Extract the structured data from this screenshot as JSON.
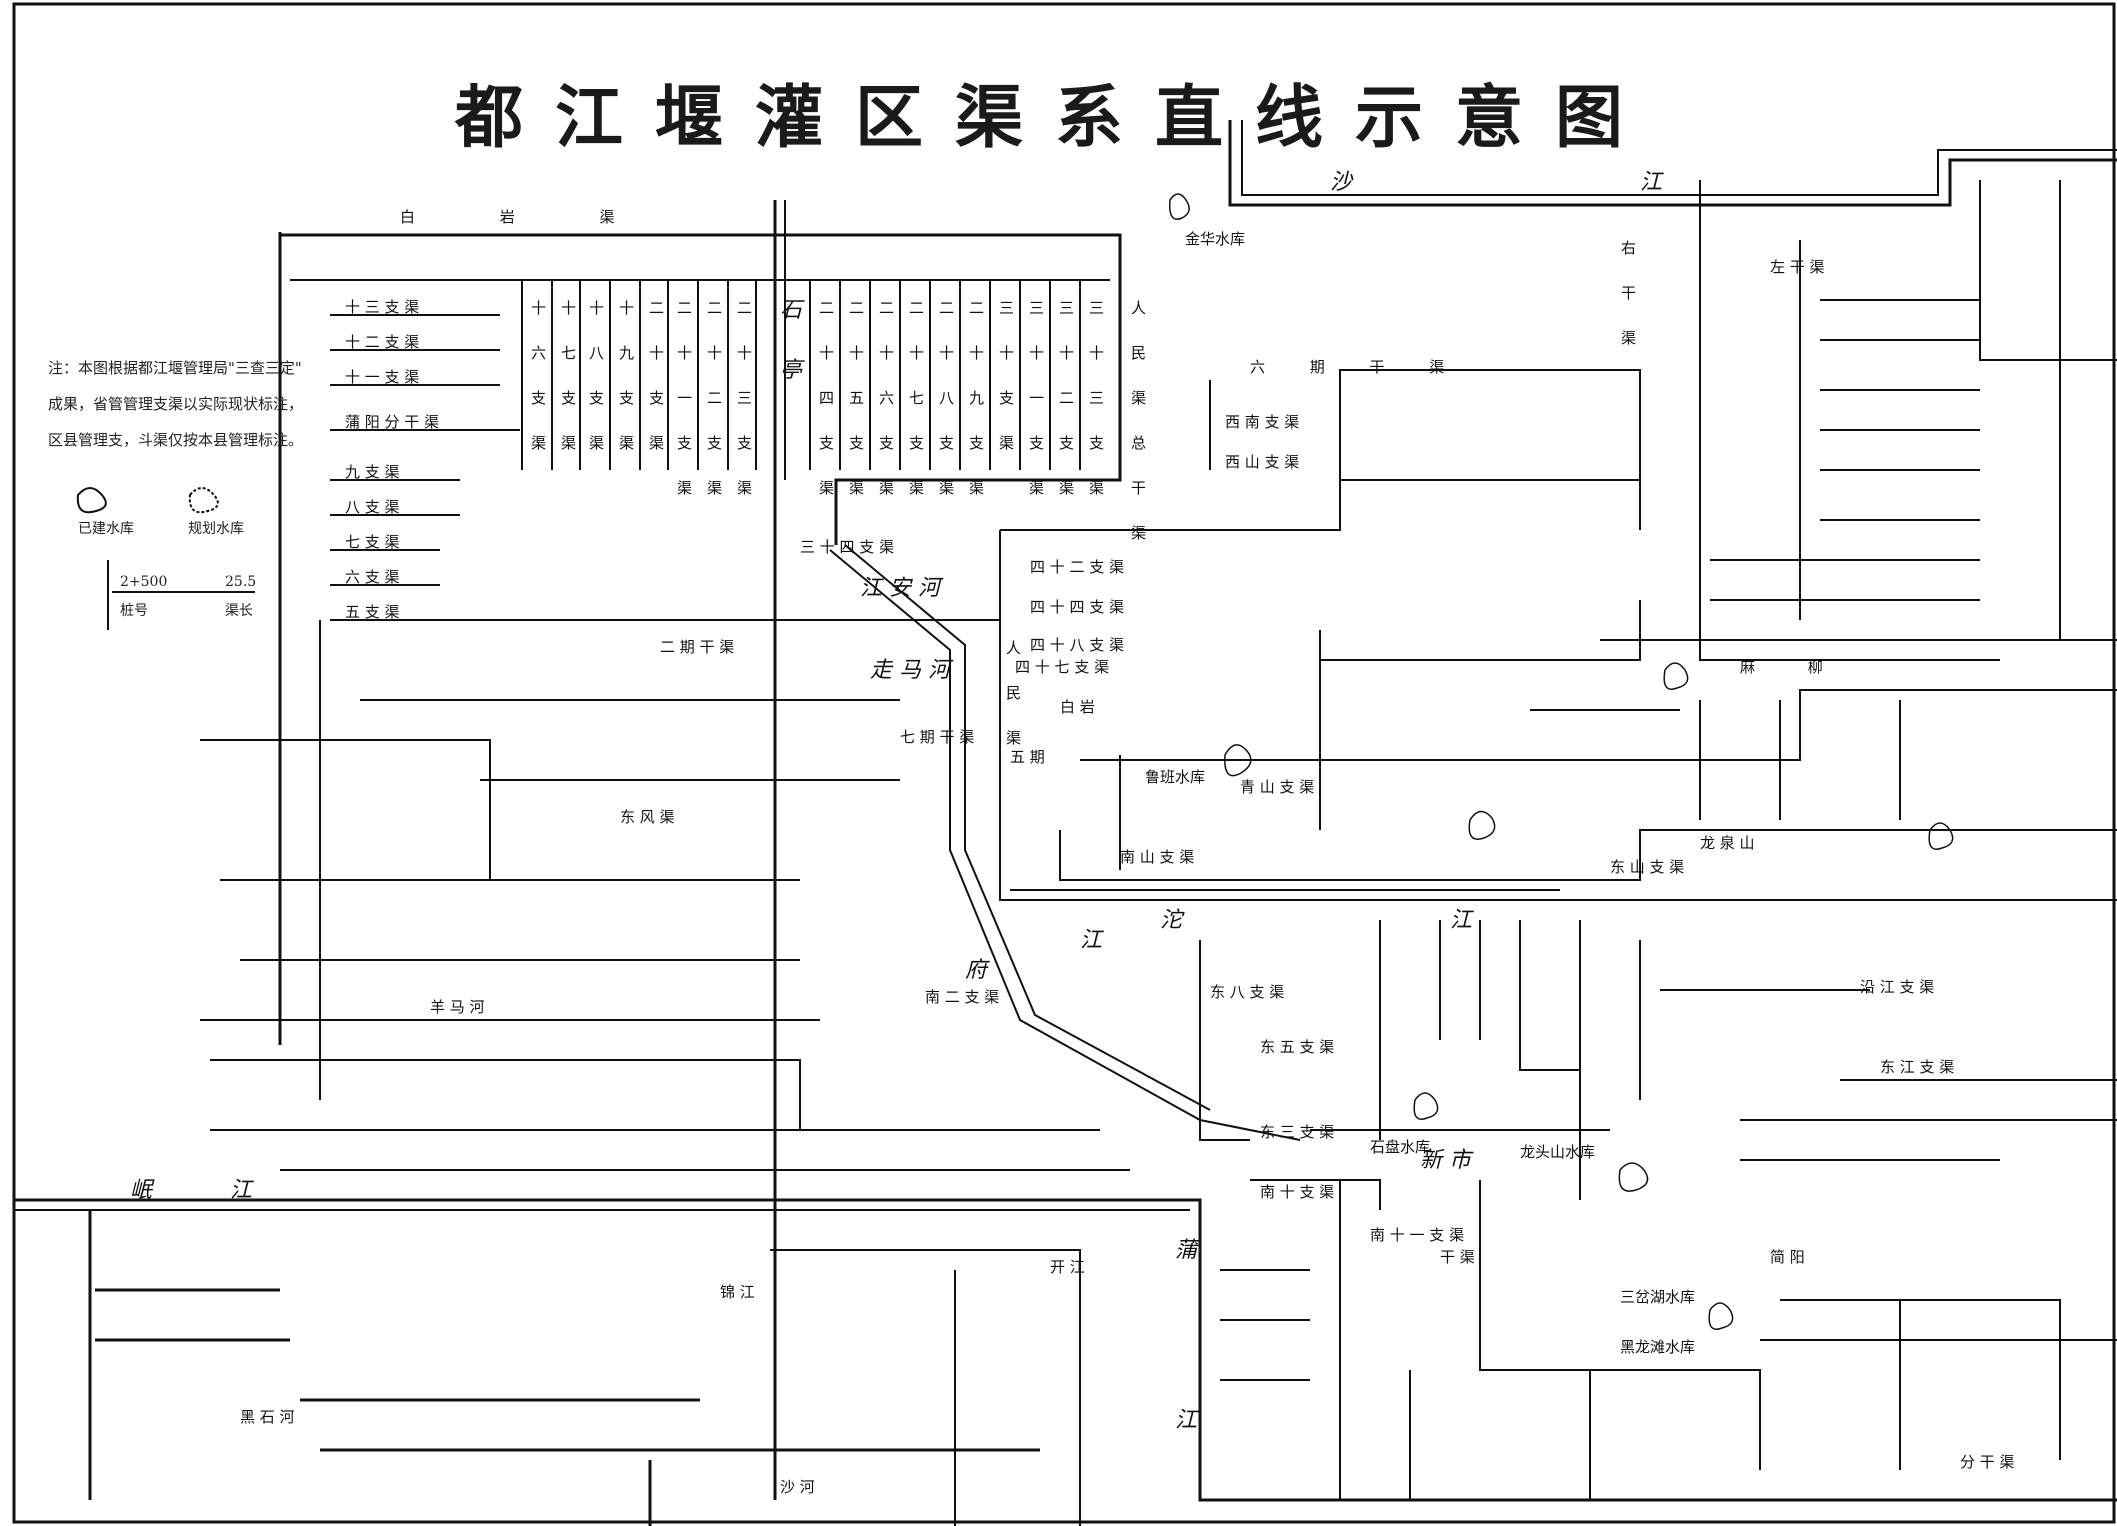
{
  "title": "都江堰灌区渠系直线示意图",
  "note": {
    "lines": [
      "注：本图根据都江堰管理局\"三查三定\"",
      "成果，省管管理支渠以实际现状标注，",
      "区县管理支，斗渠仅按本县管理标注。"
    ]
  },
  "legend": {
    "built_reservoir": "已建水库",
    "planned_reservoir": "规划水库",
    "stake_label": "桩号",
    "stake_value": "2+500",
    "length_label": "渠长",
    "length_value": "25.5"
  },
  "labels": {
    "jiang_top": "沙",
    "jiang_top2": "江",
    "baiyan_qu": "白 岩 渠",
    "renmin_qu": "人 民 渠 总 干 渠",
    "liuqi": "六 期 干 渠",
    "dongfeng_qu": "东 风 渠",
    "minjiang_1": "岷",
    "minjiang_2": "江",
    "fujiang": "府",
    "fujiang2": "江",
    "tuojiang": "沱",
    "tuojiang2": "江",
    "pujiang": "蒲",
    "pujiang2": "江",
    "shiting": "石",
    "shiting2": "亭",
    "jinjiang": "锦 江",
    "zouma": "走 马 河",
    "jiangan": "江 安 河",
    "yangma": "羊 马 河",
    "heishi": "黑 石 河",
    "shahe": "沙 河",
    "xinshi": "新 市",
    "longquan": "龙 泉 山",
    "sanchahu": "三岔湖水库",
    "longtouqian": "龙头山水库",
    "jinjiang_res": "黑龙滩水库",
    "shipan": "石盘水库",
    "lushan": "鲁班水库",
    "jinhua": "金华水库",
    "erqi": "二 期 干 渠",
    "qiqi": "七 期 干 渠",
    "wuqi": "五 期",
    "baiyan": "白 岩",
    "xiyu": "西 山 支 渠",
    "jianxi": "简 阳",
    "dongshan": "东 山 支 渠",
    "right_main": "右 干 渠",
    "left_main": "左 干 渠",
    "mabao": "麻 柳",
    "renmin_main": "人 民 渠",
    "sanshi": "三 十 四 支 渠",
    "sishi": "四 十 二 支 渠",
    "sishi3": "四 十 四 支 渠",
    "sishi8": "四 十 八 支 渠",
    "sishi7": "四 十 七 支 渠",
    "xinan": "西 南 支 渠",
    "nanshan": "南 山 支 渠",
    "qinshan": "青 山 支 渠",
    "yanjiang": "沿 江 支 渠",
    "dongjiang": "东 江 支 渠",
    "nan_er": "南 二 支 渠",
    "dong_wu": "东 五 支 渠",
    "dong_san": "东 三 支 渠",
    "dong_ba": "东 八 支 渠",
    "nan_shi": "南 十 支 渠",
    "nan_shiyi": "南 十 一 支 渠",
    "kaijiang": "开 江",
    "ganqu": "干 渠",
    "fenqu": "分 干 渠"
  },
  "trunk_labels": [
    "十 六 支 渠",
    "十 七 支 渠",
    "十 八 支 渠",
    "十 九 支 渠",
    "二 十 支 渠",
    "二 十 一 支 渠",
    "二 十 二 支 渠",
    "二 十 三 支 渠",
    "二 十 四 支 渠",
    "二 十 五 支 渠",
    "二 十 六 支 渠",
    "二 十 七 支 渠",
    "二 十 八 支 渠",
    "二 十 九 支 渠",
    "三 十 支 渠",
    "三 十 一 支 渠",
    "三 十 二 支 渠",
    "三 十 三 支 渠",
    "三 十 四 支 渠"
  ],
  "left_branch_labels": [
    "十 三 支 渠",
    "十 二 支 渠",
    "十 一 支 渠",
    "蒲 阳 分 干 渠",
    "九 支 渠",
    "八 支 渠",
    "七 支 渠",
    "六 支 渠",
    "五 支 渠"
  ]
}
